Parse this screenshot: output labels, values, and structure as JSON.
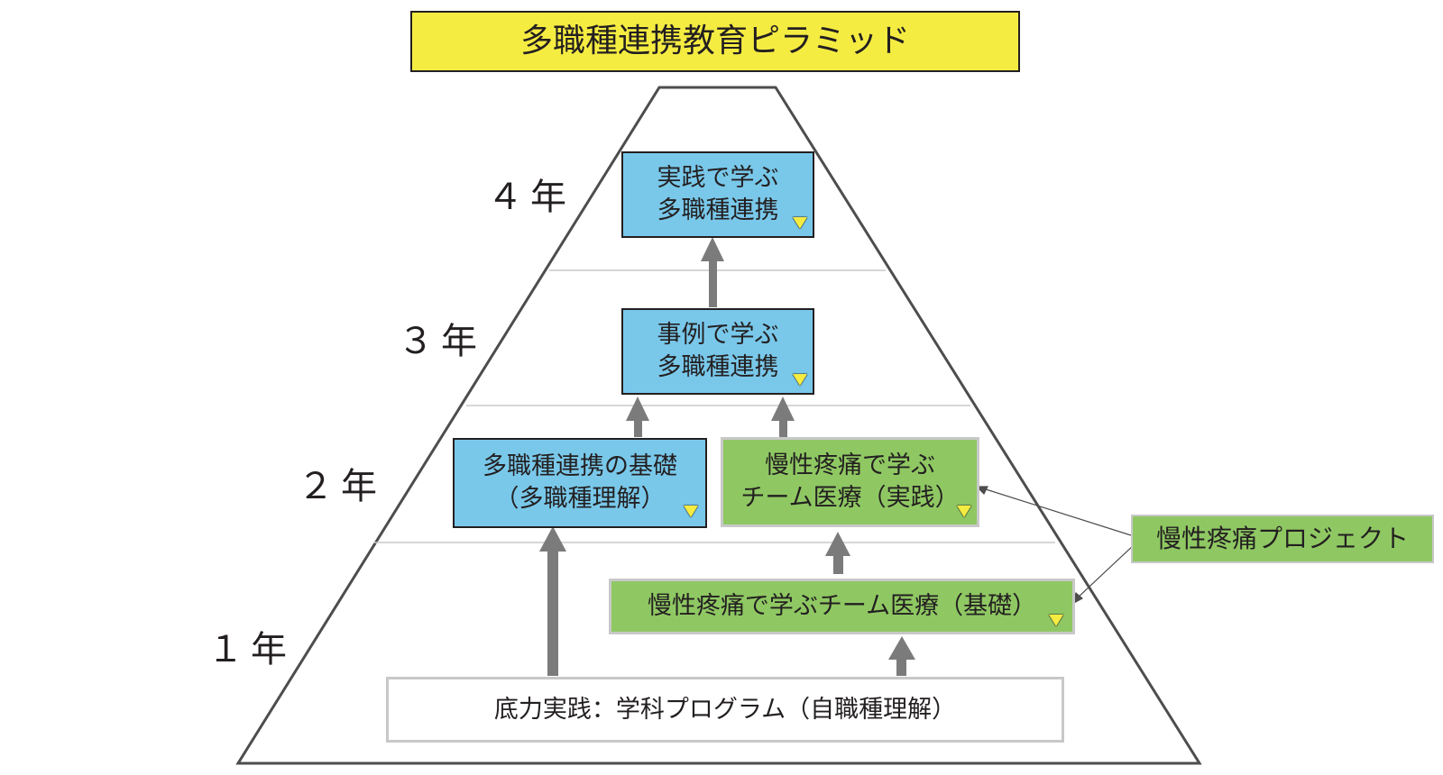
{
  "title": "多職種連携教育ピラミッド",
  "years": {
    "y4": "４年",
    "y3": "３年",
    "y2": "２年",
    "y1": "１年"
  },
  "boxes": {
    "practice_line1": "実践で学ぶ",
    "practice_line2": "多職種連携",
    "case_line1": "事例で学ぶ",
    "case_line2": "多職種連携",
    "foundation_line1": "多職種連携の基礎",
    "foundation_line2": "（多職種理解）",
    "team_practice_line1": "慢性疼痛で学ぶ",
    "team_practice_line2": "チーム医療（実践）",
    "team_basic": "慢性疼痛で学ぶチーム医療（基礎）",
    "base_program": "底力実践：学科プログラム（自職種理解）"
  },
  "callout": {
    "label": "慢性疼痛プロジェクト"
  },
  "colors": {
    "title_bg": "#f5ec42",
    "blue": "#79c8ea",
    "green": "#8fc863",
    "arrow": "#7b7b7b",
    "marker": "#f5ec42"
  }
}
